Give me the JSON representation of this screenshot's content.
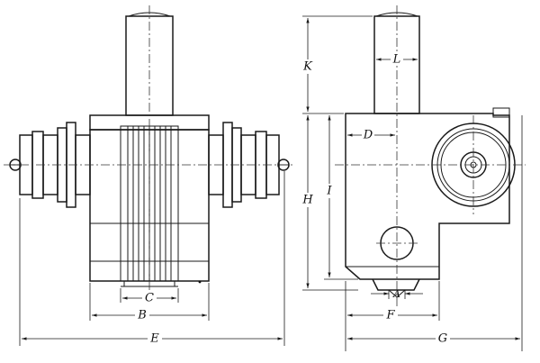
{
  "drawing": {
    "dimension_labels": {
      "A": "A",
      "B": "B",
      "C": "C",
      "D": "D",
      "E": "E",
      "F": "F",
      "G": "G",
      "H": "H",
      "I": "I",
      "K": "K",
      "L": "L"
    }
  }
}
